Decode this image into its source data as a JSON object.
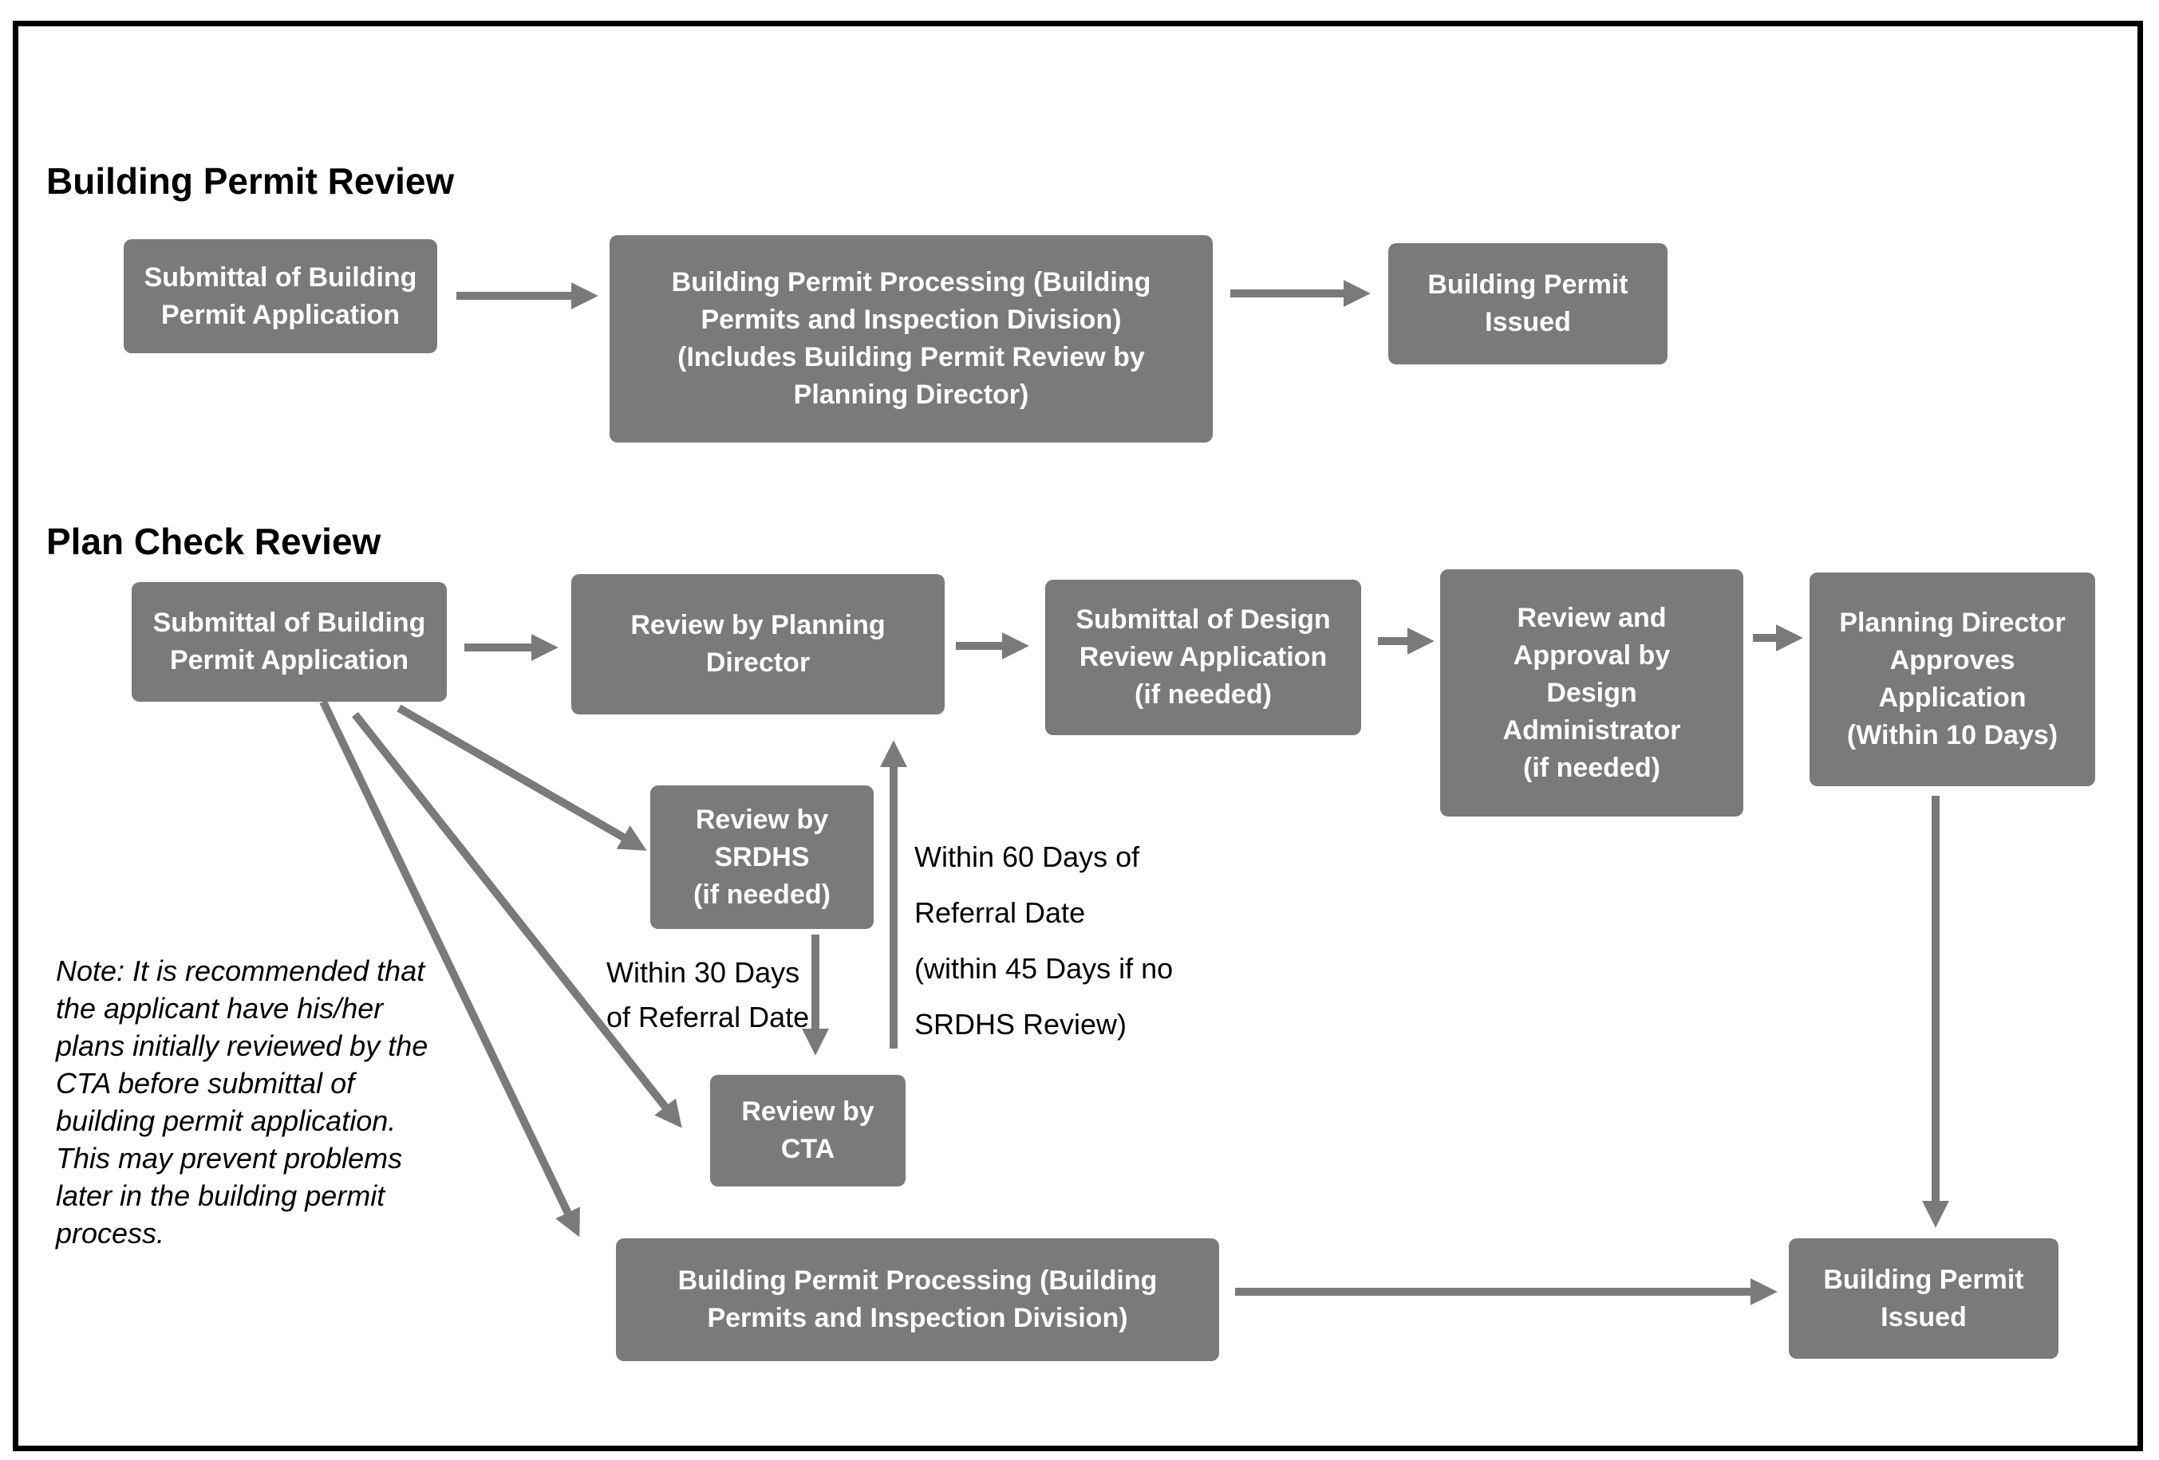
{
  "page": {
    "section1_title": "Building Permit Review",
    "section2_title": "Plan Check Review"
  },
  "colors": {
    "box_fill": "#7a7a7a",
    "box_text": "#ffffff",
    "arrow": "#7a7a7a",
    "border": "#000000",
    "background": "#ffffff",
    "annotation_text": "#000000"
  },
  "flow1": {
    "submittal": "Submittal of Building\nPermit Application",
    "processing": "Building Permit Processing (Building\nPermits and Inspection Division)\n(Includes Building Permit Review by\nPlanning Director)",
    "issued": "Building Permit\nIssued"
  },
  "flow2": {
    "submittal": "Submittal of Building\nPermit Application",
    "review_planning_director": "Review by Planning\nDirector",
    "submittal_design_review": "Submittal of Design\nReview Application\n(if needed)",
    "review_approval_design_admin": "Review and\nApproval by\nDesign\nAdministrator\n(if needed)",
    "director_approves": "Planning Director\nApproves\nApplication\n(Within 10 Days)",
    "review_srdhs": "Review by\nSRDHS\n(if needed)",
    "review_cta": "Review by\nCTA",
    "processing": "Building Permit Processing (Building\nPermits and Inspection Division)",
    "issued": "Building Permit\nIssued"
  },
  "annotations": {
    "within_30": "Within 30 Days\nof Referral Date",
    "within_60": "Within 60 Days of\nReferral Date\n(within 45 Days if no\nSRDHS Review)",
    "note": "Note: It is recommended that\nthe applicant have his/her\nplans initially reviewed by the\nCTA before submittal of\nbuilding permit application.\nThis may prevent problems\nlater in the building permit\nprocess."
  }
}
